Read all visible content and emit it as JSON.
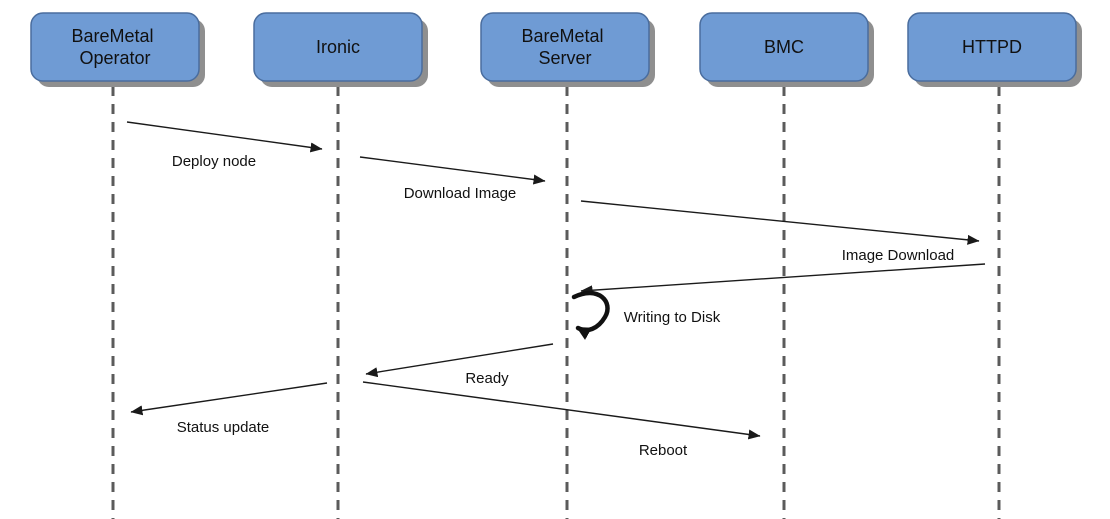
{
  "diagram_type": "sequence-diagram",
  "actors": [
    {
      "name": "BareMetal Operator",
      "line1": "BareMetal",
      "line2": "Operator"
    },
    {
      "name": "Ironic",
      "line1": "Ironic"
    },
    {
      "name": "BareMetal Server",
      "line1": "BareMetal",
      "line2": "Server"
    },
    {
      "name": "BMC",
      "line1": "BMC"
    },
    {
      "name": "HTTPD",
      "line1": "HTTPD"
    }
  ],
  "messages": [
    {
      "label": "Deploy node",
      "from": "BareMetal Operator",
      "to": "Ironic"
    },
    {
      "label": "Download Image",
      "from": "Ironic",
      "to": "BareMetal Server"
    },
    {
      "label": "Image Download",
      "from": "BareMetal Server",
      "to": "HTTPD"
    },
    {
      "label": "",
      "from": "HTTPD",
      "to": "BareMetal Server"
    },
    {
      "label": "Writing to Disk",
      "from": "BareMetal Server",
      "to": "BareMetal Server"
    },
    {
      "label": "Ready",
      "from": "BareMetal Server",
      "to": "Ironic"
    },
    {
      "label": "Status update",
      "from": "Ironic",
      "to": "BareMetal Operator"
    },
    {
      "label": "Reboot",
      "from": "Ironic",
      "to": "BMC"
    }
  ],
  "colors": {
    "actor_fill": "#6f9bd4",
    "actor_border": "#4a6d9e",
    "shadow": "#8f8f8f",
    "lifeline": "#5b5b5b",
    "arrow": "#1a1a1a",
    "background": "#ffffff"
  }
}
